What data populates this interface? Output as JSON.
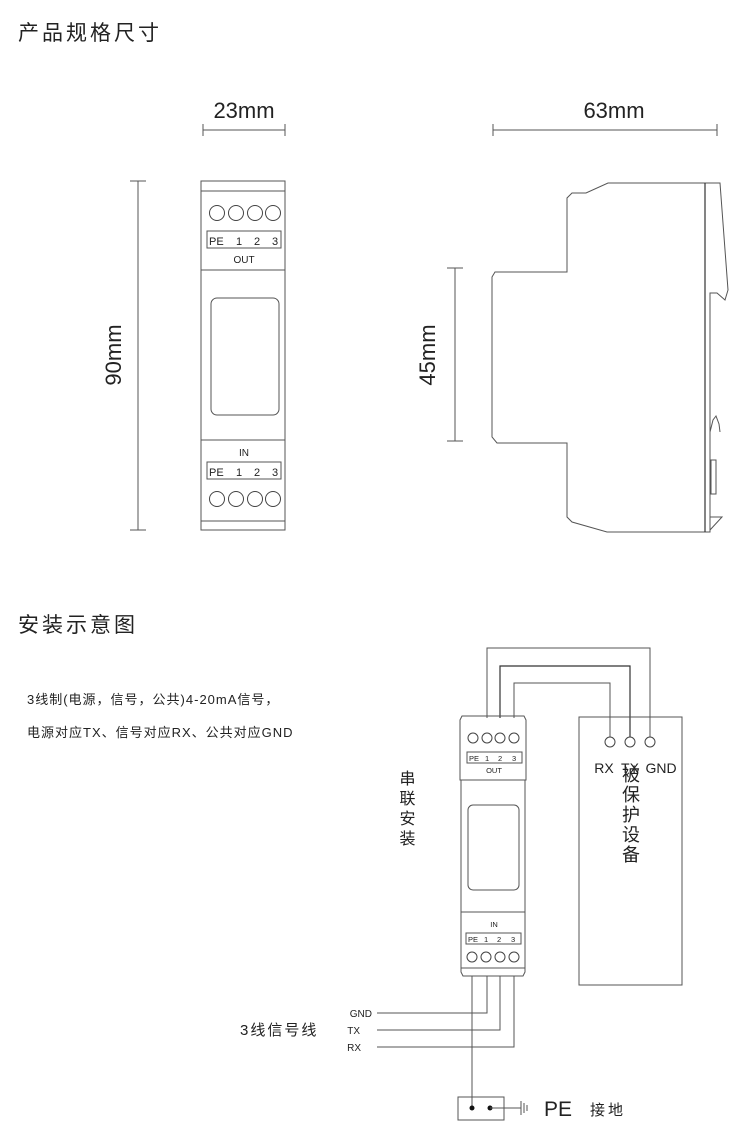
{
  "sections": {
    "dimensions_title": "产品规格尺寸",
    "installation_title": "安装示意图"
  },
  "dimensions": {
    "width": "23mm",
    "height": "90mm",
    "depth": "63mm",
    "rail_height": "45mm"
  },
  "module": {
    "out_label": "OUT",
    "in_label": "IN",
    "terminals": [
      "PE",
      "1",
      "2",
      "3"
    ]
  },
  "installation": {
    "note_line1": "3线制(电源，信号，公共)4-20mA信号，",
    "note_line2": "电源对应TX、信号对应RX、公共对应GND",
    "series_install": "串联安装",
    "device_ports": [
      "RX",
      "TX",
      "GND"
    ],
    "protected_device": "被保护设备",
    "signal_wires_label": "3线信号线",
    "wires": [
      "GND",
      "TX",
      "RX"
    ],
    "pe_label": "PE",
    "ground_label": "接地"
  }
}
